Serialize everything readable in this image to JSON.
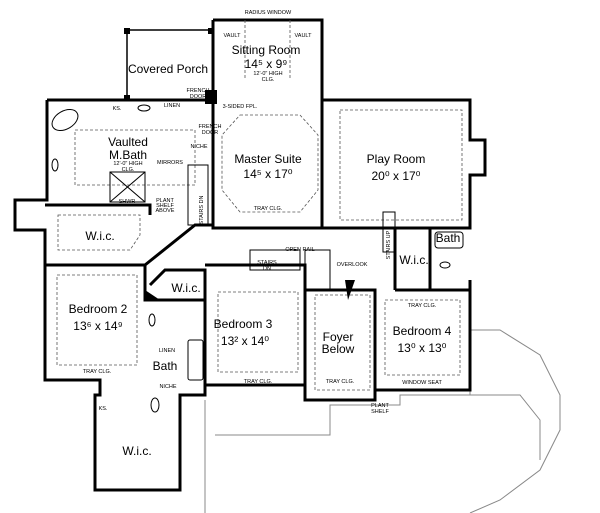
{
  "sitting_room": {
    "radius_window": "RADIUS WINDOW",
    "vault_left": "VAULT",
    "vault_right": "VAULT",
    "name": "Sitting Room",
    "size": "14⁵ x 9⁹",
    "ceiling": "12'-0\" HIGH",
    "ceiling2": "CLG."
  },
  "covered_porch": {
    "name": "Covered Porch",
    "french_door": "FRENCH",
    "french_door2": "DOOR",
    "fireplace": "3-SIDED FPL."
  },
  "master_bath": {
    "name": "Vaulted",
    "name2": "M.Bath",
    "ceiling": "12'-0\" HIGH",
    "ceiling2": "CLG.",
    "ks": "KS.",
    "linen": "LINEN",
    "french_door": "FRENCH",
    "french_door2": "DOOR",
    "niche": "NICHE",
    "mirrors": "MIRRORS",
    "shower": "SHWR",
    "plant_shelf": "PLANT",
    "plant_shelf2": "SHELF",
    "plant_shelf3": "ABOVE",
    "stairs": "STAIRS DN"
  },
  "master_suite": {
    "name": "Master Suite",
    "size": "14⁵ x 17⁰",
    "tray": "TRAY CLG."
  },
  "play_room": {
    "name": "Play Room",
    "size": "20⁰ x 17⁰"
  },
  "wic_master": {
    "name": "W.i.c."
  },
  "right_suite": {
    "stairs": "STAIRS UP",
    "wic": "W.i.c.",
    "bath": "Bath"
  },
  "hall": {
    "open_rail": "OPEN RAIL",
    "stairs": "STAIRS",
    "stairs2": "DN",
    "overlook": "OVERLOOK"
  },
  "bedroom2": {
    "name": "Bedroom 2",
    "size": "13⁶ x 14⁹",
    "tray": "TRAY CLG."
  },
  "bath2": {
    "wic": "W.i.c.",
    "linen": "LINEN",
    "name": "Bath",
    "niche": "NICHE",
    "ks": "KS."
  },
  "bedroom3": {
    "name": "Bedroom 3",
    "size": "13² x 14⁰",
    "tray": "TRAY CLG."
  },
  "foyer": {
    "name": "Foyer",
    "name2": "Below",
    "tray": "TRAY CLG.",
    "plant_shelf": "PLANT",
    "plant_shelf2": "SHELF"
  },
  "bedroom4": {
    "name": "Bedroom 4",
    "size": "13⁰ x 13⁰",
    "tray": "TRAY CLG.",
    "window_seat": "WINDOW SEAT"
  },
  "lower_wic": {
    "name": "W.i.c."
  }
}
